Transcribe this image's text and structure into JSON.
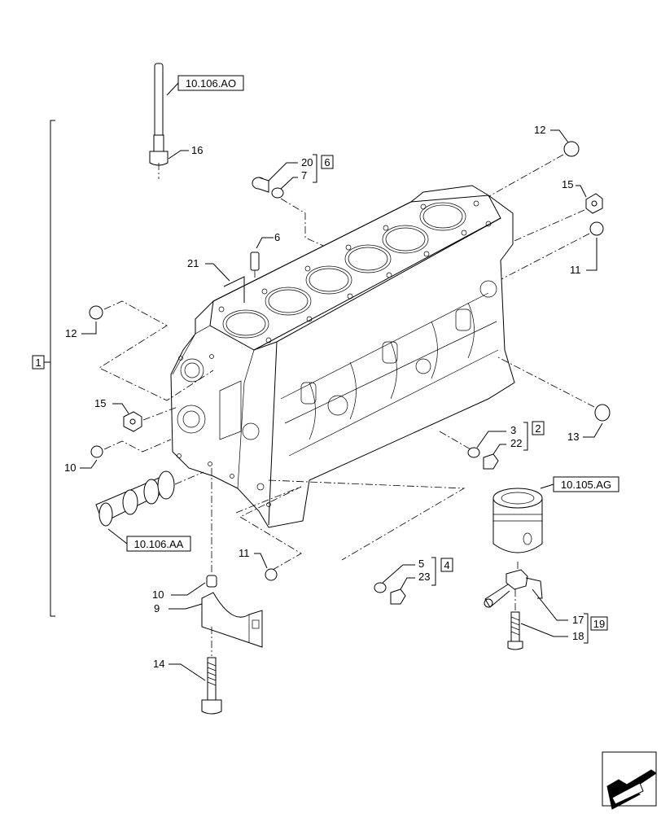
{
  "references": {
    "top_pin": "10.106.AO",
    "camshaft": "10.106.AA",
    "piston": "10.105.AG"
  },
  "groups": {
    "g1": "1",
    "g2": "2",
    "g4": "4",
    "g6": "6",
    "g19": "19"
  },
  "callouts": {
    "c16": "16",
    "c20": "20",
    "c7": "7",
    "c12_top": "12",
    "c15_right": "15",
    "c11_right": "11",
    "c6": "6",
    "c21": "21",
    "c12_left": "12",
    "c15_left": "15",
    "c10_left": "10",
    "c3": "3",
    "c22": "22",
    "c13": "13",
    "c11_mid": "11",
    "c5": "5",
    "c23": "23",
    "c10_bottom": "10",
    "c9": "9",
    "c14": "14",
    "c17": "17",
    "c18": "18"
  },
  "icons": {
    "nav": "arrow-corner-icon"
  }
}
